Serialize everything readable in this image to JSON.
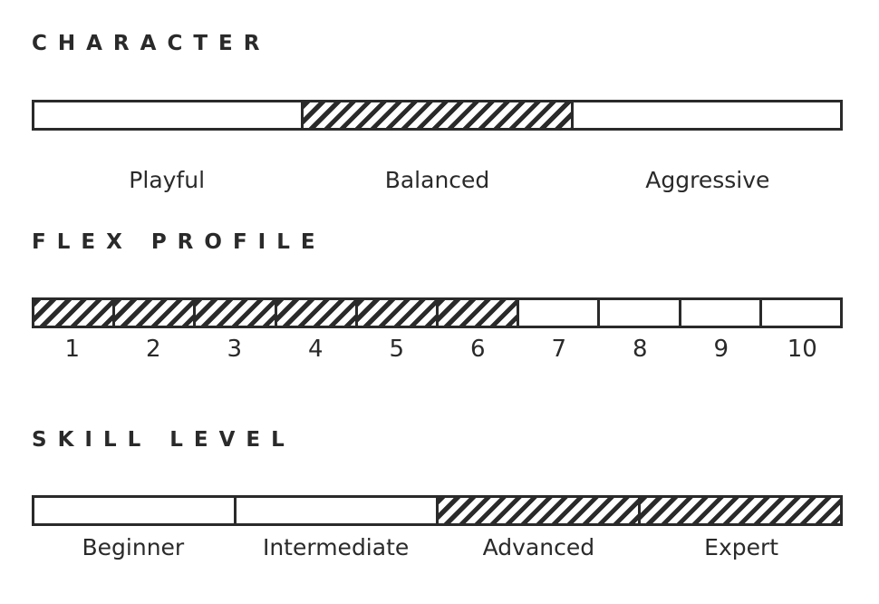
{
  "character": {
    "title": "CHARACTER",
    "options": [
      "Playful",
      "Balanced",
      "Aggressive"
    ],
    "selected": [
      "Balanced"
    ]
  },
  "flex_profile": {
    "title": "FLEX PROFILE",
    "options": [
      "1",
      "2",
      "3",
      "4",
      "5",
      "6",
      "7",
      "8",
      "9",
      "10"
    ],
    "filled_through": 6
  },
  "skill_level": {
    "title": "SKILL LEVEL",
    "options": [
      "Beginner",
      "Intermediate",
      "Advanced",
      "Expert"
    ],
    "selected": [
      "Advanced",
      "Expert"
    ]
  },
  "colors": {
    "ink": "#2a2a2a",
    "background": "#ffffff"
  }
}
